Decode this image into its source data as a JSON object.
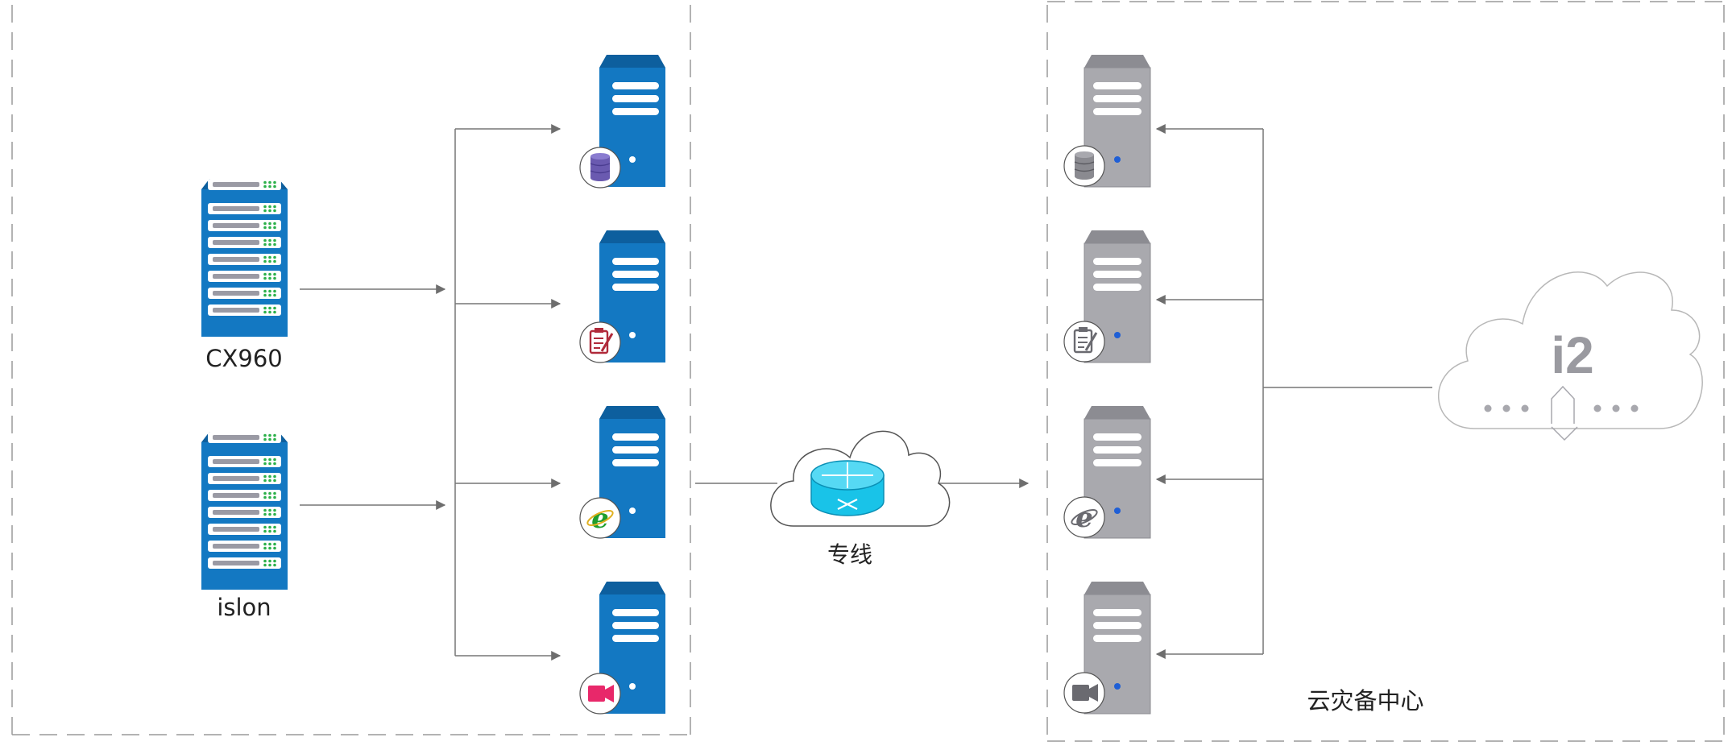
{
  "labels": {
    "storage_1": "CX960",
    "storage_2": "islon",
    "line": "专线",
    "dr_center": "云灾备中心",
    "cloud_logo": "i2"
  },
  "storage_nodes": [
    {
      "name": "CX960"
    },
    {
      "name": "islon"
    }
  ],
  "source_servers": [
    {
      "role": "database",
      "icon": "database-icon"
    },
    {
      "role": "document",
      "icon": "document-icon"
    },
    {
      "role": "web",
      "icon": "browser-icon"
    },
    {
      "role": "video",
      "icon": "video-camera-icon"
    }
  ],
  "backup_servers": [
    {
      "role": "database",
      "icon": "database-icon"
    },
    {
      "role": "document",
      "icon": "document-icon"
    },
    {
      "role": "web",
      "icon": "browser-icon"
    },
    {
      "role": "video",
      "icon": "video-camera-icon"
    }
  ],
  "colors": {
    "source_server": "#1378c2",
    "backup_server": "#a9a9ae",
    "router": "#19c3e8",
    "db_icon": "#6a5ab0",
    "doc_icon": "#b02a3a",
    "web_icon": "#1e9e2c",
    "video_icon": "#e8286a",
    "connector": "#777777",
    "dashed_border": "#9a9a9a"
  }
}
